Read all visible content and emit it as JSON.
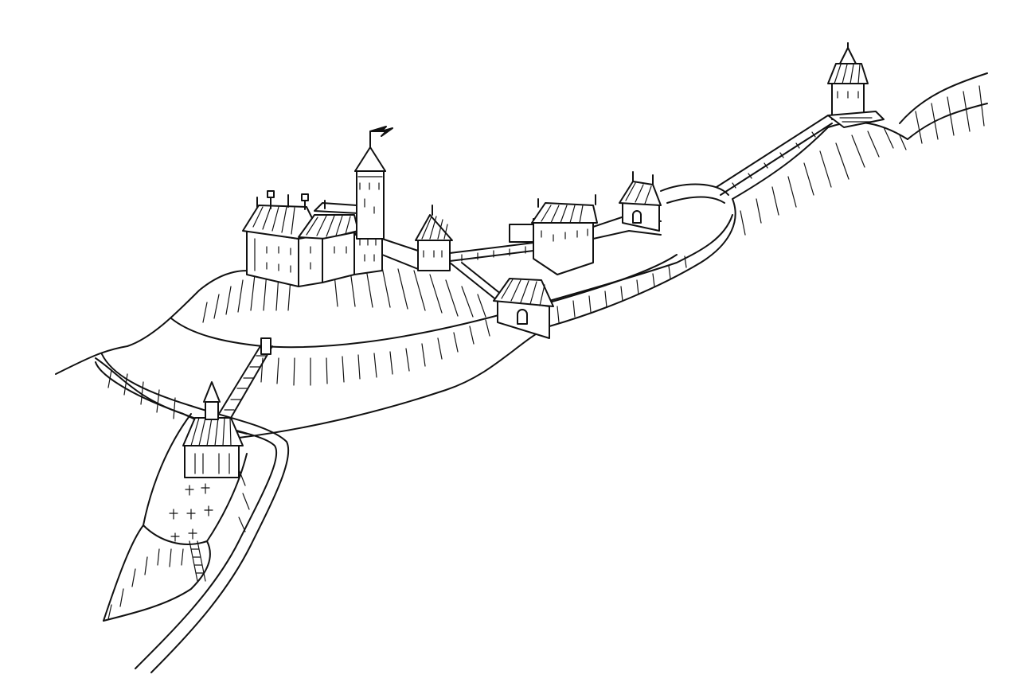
{
  "illustration": {
    "style": "pen-and-ink line drawing",
    "ink_color": "#111111",
    "background_color": "#ffffff",
    "elements": [
      "main-castle",
      "keep-tower-with-flag",
      "inner-gatehouse",
      "curtain-wall",
      "middle-ward",
      "outer-gate-tower",
      "upper-watchtower",
      "chapel",
      "graveyard",
      "wooden-stairway",
      "winding-road",
      "hill-slopes"
    ]
  }
}
